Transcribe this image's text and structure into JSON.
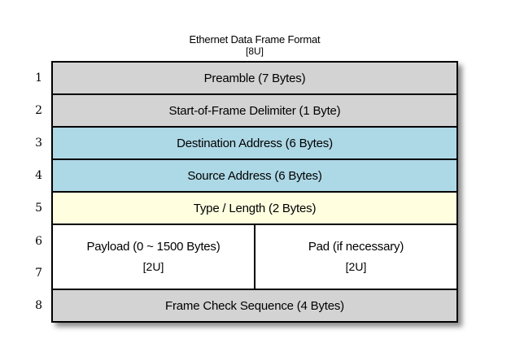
{
  "title": {
    "line1": "Ethernet Data Frame Format",
    "line2": "[8U]"
  },
  "colors": {
    "gray": "#d3d3d3",
    "blue": "#add8e6",
    "yellow": "#ffffe0",
    "white": "#ffffff",
    "border": "#000000"
  },
  "rows": [
    {
      "numbers": [
        "1"
      ],
      "color": "gray",
      "cells": [
        {
          "label": "Preamble (7 Bytes)"
        }
      ]
    },
    {
      "numbers": [
        "2"
      ],
      "color": "gray",
      "cells": [
        {
          "label": "Start-of-Frame Delimiter (1 Byte)"
        }
      ]
    },
    {
      "numbers": [
        "3"
      ],
      "color": "blue",
      "cells": [
        {
          "label": "Destination Address (6 Bytes)"
        }
      ]
    },
    {
      "numbers": [
        "4"
      ],
      "color": "blue",
      "cells": [
        {
          "label": "Source Address (6 Bytes)"
        }
      ]
    },
    {
      "numbers": [
        "5"
      ],
      "color": "yellow",
      "cells": [
        {
          "label": "Type / Length (2 Bytes)"
        }
      ]
    },
    {
      "numbers": [
        "6",
        "7"
      ],
      "color": "white",
      "cells": [
        {
          "label": "Payload (0 ~ 1500 Bytes)",
          "sublabel": "[2U]"
        },
        {
          "label": "Pad (if necessary)",
          "sublabel": "[2U]"
        }
      ]
    },
    {
      "numbers": [
        "8"
      ],
      "color": "gray",
      "cells": [
        {
          "label": "Frame Check Sequence (4 Bytes)"
        }
      ]
    }
  ]
}
